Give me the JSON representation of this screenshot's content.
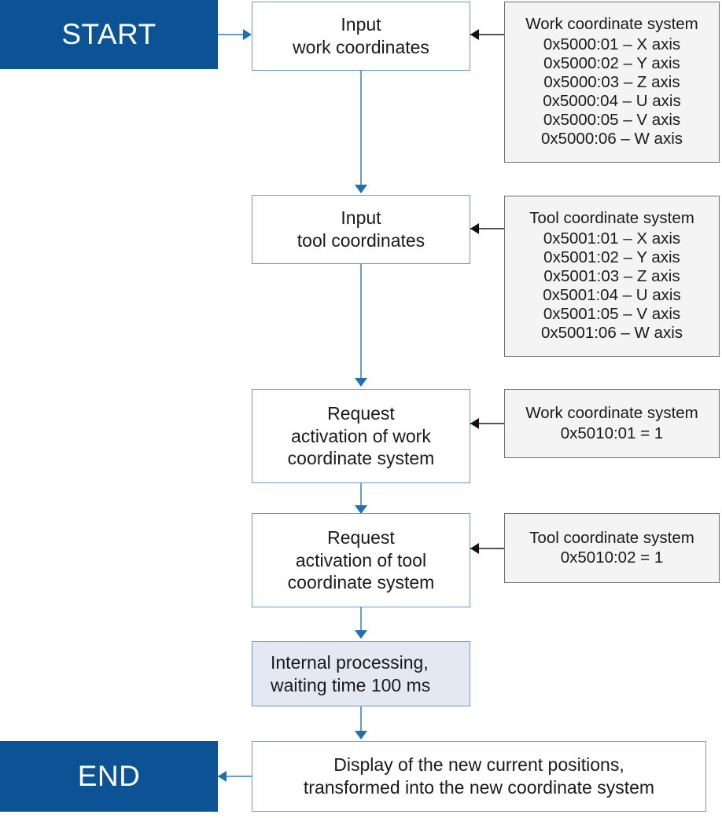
{
  "diagram": {
    "title": "Coordinate system activation flowchart",
    "colors": {
      "terminator_fill": "#0b5394",
      "terminator_text": "#ffffff",
      "process_border": "#6b9bc7",
      "process_fill": "#ffffff",
      "internal_fill": "#e3e8f3",
      "note_fill": "#f4f4f4",
      "note_border": "#6e6e6e",
      "connector": "#6b9bc7",
      "arrow": "#1f6fb2"
    },
    "terminators": {
      "start": "START",
      "end": "END"
    },
    "steps": [
      {
        "id": "input-work-coordinates",
        "line1": "Input",
        "line2": "work coordinates",
        "line3": ""
      },
      {
        "id": "input-tool-coordinates",
        "line1": "Input",
        "line2": "tool coordinates",
        "line3": ""
      },
      {
        "id": "request-activation-work",
        "line1": "Request",
        "line2": "activation of work",
        "line3": "coordinate system"
      },
      {
        "id": "request-activation-tool",
        "line1": "Request",
        "line2": "activation of tool",
        "line3": "coordinate system"
      },
      {
        "id": "internal-processing",
        "line1": "Internal processing,",
        "line2": "waiting time 100 ms",
        "line3": ""
      },
      {
        "id": "display-new-positions",
        "line1": "Display of the new current positions,",
        "line2": "transformed into the new coordinate system",
        "line3": ""
      }
    ],
    "notes": [
      {
        "id": "note-work-coordinate-system-objects",
        "heading": "Work coordinate system",
        "lines": [
          "0x5000:01 – X axis",
          "0x5000:02 – Y axis",
          "0x5000:03 – Z axis",
          "0x5000:04 – U axis",
          "0x5000:05 – V axis",
          "0x5000:06 – W axis"
        ]
      },
      {
        "id": "note-tool-coordinate-system-objects",
        "heading": "Tool coordinate system",
        "lines": [
          "0x5001:01 – X axis",
          "0x5001:02 – Y axis",
          "0x5001:03 – Z axis",
          "0x5001:04 – U axis",
          "0x5001:05 – V axis",
          "0x5001:06 – W axis"
        ]
      },
      {
        "id": "note-work-coordinate-system-activate",
        "heading": "Work coordinate system",
        "lines": [
          "0x5010:01 = 1"
        ]
      },
      {
        "id": "note-tool-coordinate-system-activate",
        "heading": "Tool coordinate system",
        "lines": [
          "0x5010:02 = 1"
        ]
      }
    ]
  }
}
